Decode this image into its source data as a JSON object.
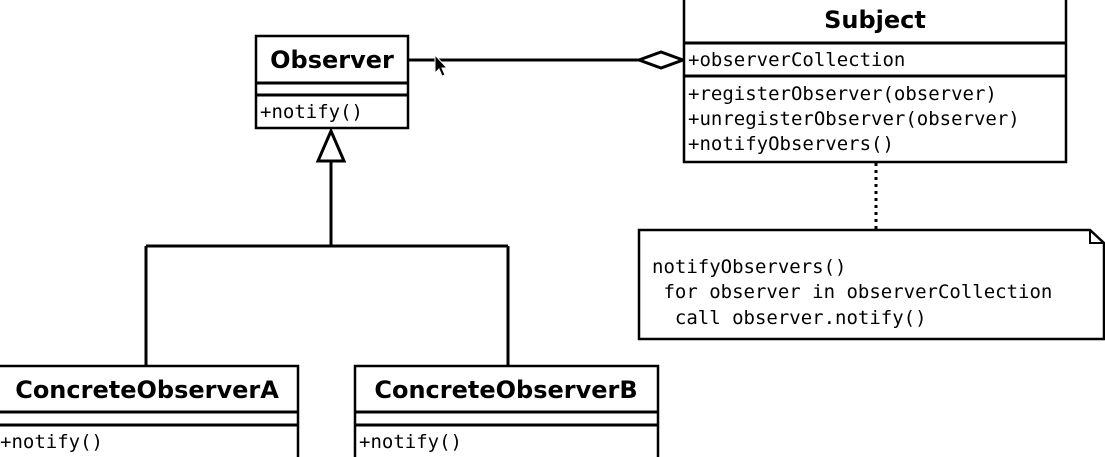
{
  "classes": {
    "observer": {
      "name": "Observer",
      "operations": [
        "+notify()"
      ]
    },
    "subject": {
      "name": "Subject",
      "attributes": [
        "+observerCollection"
      ],
      "operations": [
        "+registerObserver(observer)",
        "+unregisterObserver(observer)",
        "+notifyObservers()"
      ]
    },
    "concrete_a": {
      "name": "ConcreteObserverA",
      "operations": [
        "+notify()"
      ]
    },
    "concrete_b": {
      "name": "ConcreteObserverB",
      "operations": [
        "+notify()"
      ]
    }
  },
  "note": {
    "lines": [
      "notifyObservers()",
      " for observer in observerCollection",
      "  call observer.notify()"
    ]
  },
  "relationships": [
    {
      "type": "aggregation",
      "from": "Subject",
      "to": "Observer"
    },
    {
      "type": "generalization",
      "from": "ConcreteObserverA",
      "to": "Observer"
    },
    {
      "type": "generalization",
      "from": "ConcreteObserverB",
      "to": "Observer"
    },
    {
      "type": "note-anchor",
      "from": "note",
      "to": "Subject"
    }
  ],
  "colors": {
    "stroke": "#000000",
    "fill": "#ffffff"
  }
}
